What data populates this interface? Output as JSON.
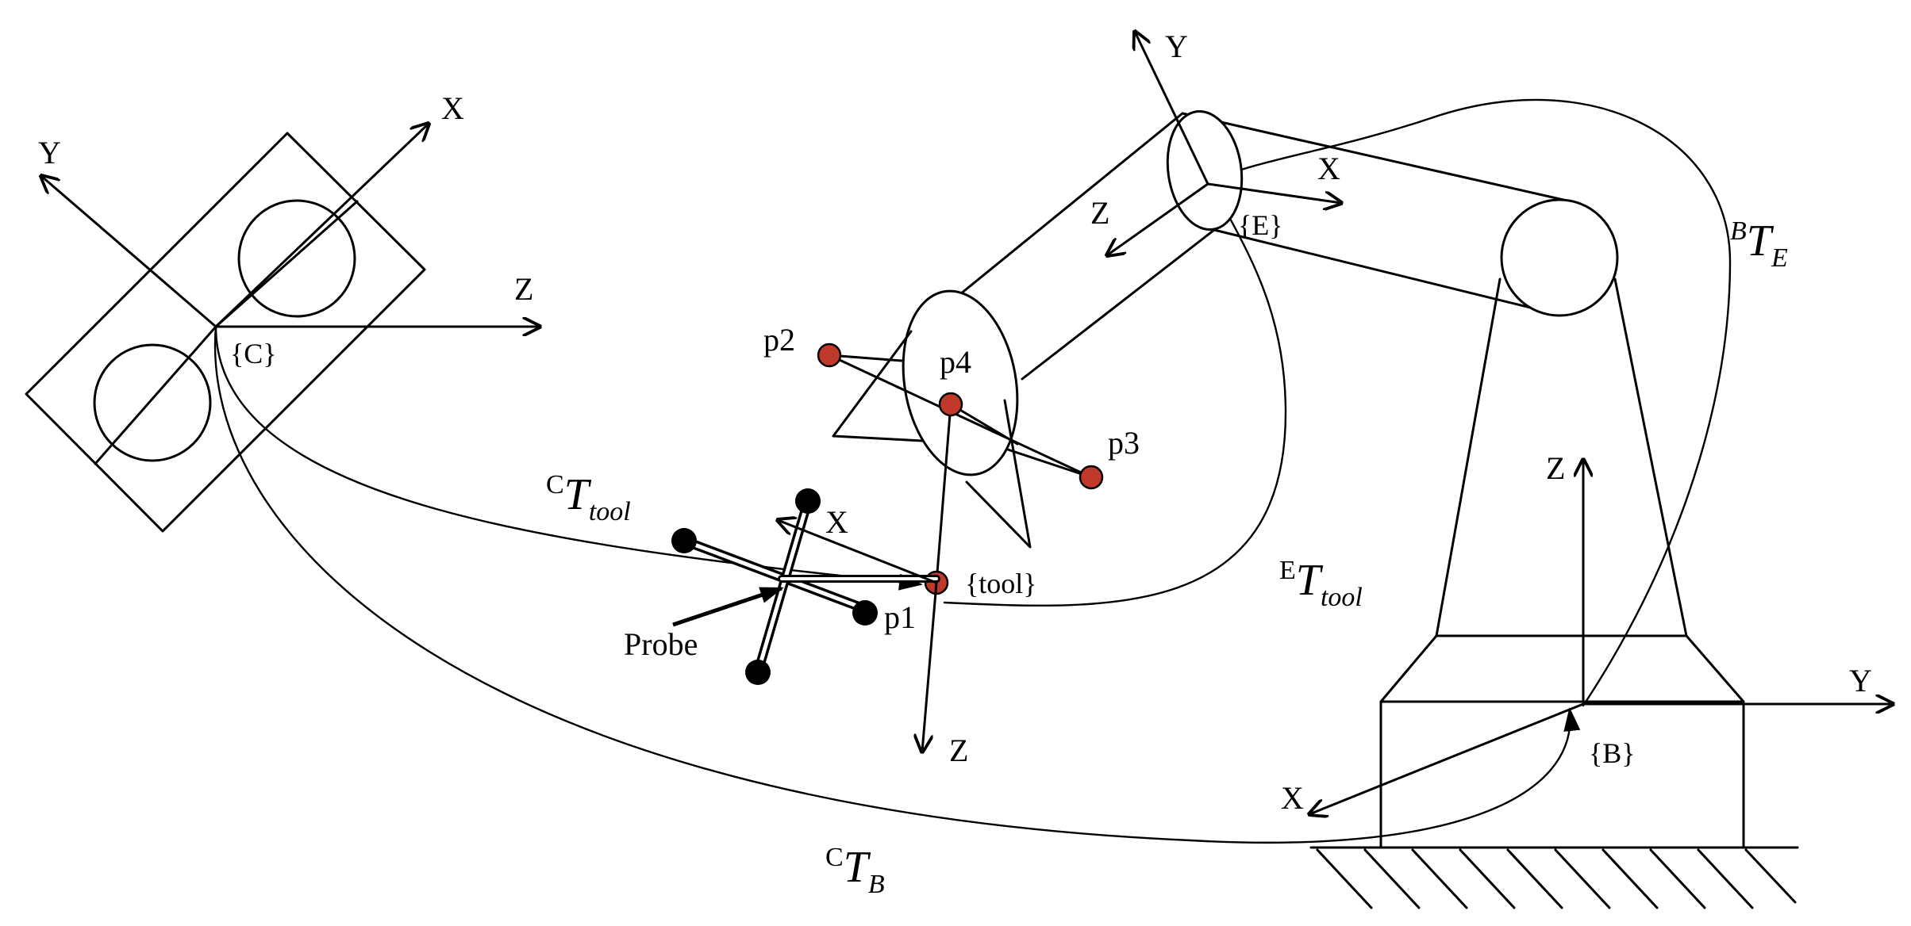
{
  "colors": {
    "stroke": "#000000",
    "marker_red": "#c0392b",
    "marker_black": "#000000",
    "background": "#ffffff"
  },
  "frames": {
    "camera": "{C}",
    "end_effector": "{E}",
    "tool": "{tool}",
    "base": "{B}"
  },
  "axes": {
    "camera": {
      "x": "X",
      "y": "Y",
      "z": "Z"
    },
    "end_effector": {
      "x": "X",
      "y": "Y",
      "z": "Z"
    },
    "tool": {
      "x": "X",
      "z": "Z"
    },
    "base": {
      "x": "X",
      "y": "Y",
      "z": "Z"
    }
  },
  "points": {
    "p1": "p1",
    "p2": "p2",
    "p3": "p3",
    "p4": "p4"
  },
  "probe_label": "Probe",
  "transforms": {
    "camera_tool": {
      "pre": "C",
      "main": "T",
      "sub": "tool"
    },
    "end_tool": {
      "pre": "E",
      "main": "T",
      "sub": "tool"
    },
    "base_end": {
      "pre": "B",
      "main": "T",
      "sub": "E"
    },
    "camera_base": {
      "pre": "C",
      "main": "T",
      "sub": "B"
    }
  }
}
